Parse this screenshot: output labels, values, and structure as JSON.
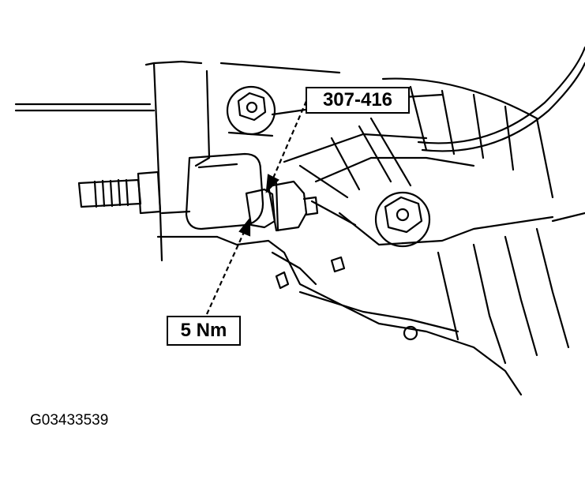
{
  "callouts": {
    "tool_number": "307-416",
    "torque_spec": "5 Nm"
  },
  "figure_id": "G03433539"
}
